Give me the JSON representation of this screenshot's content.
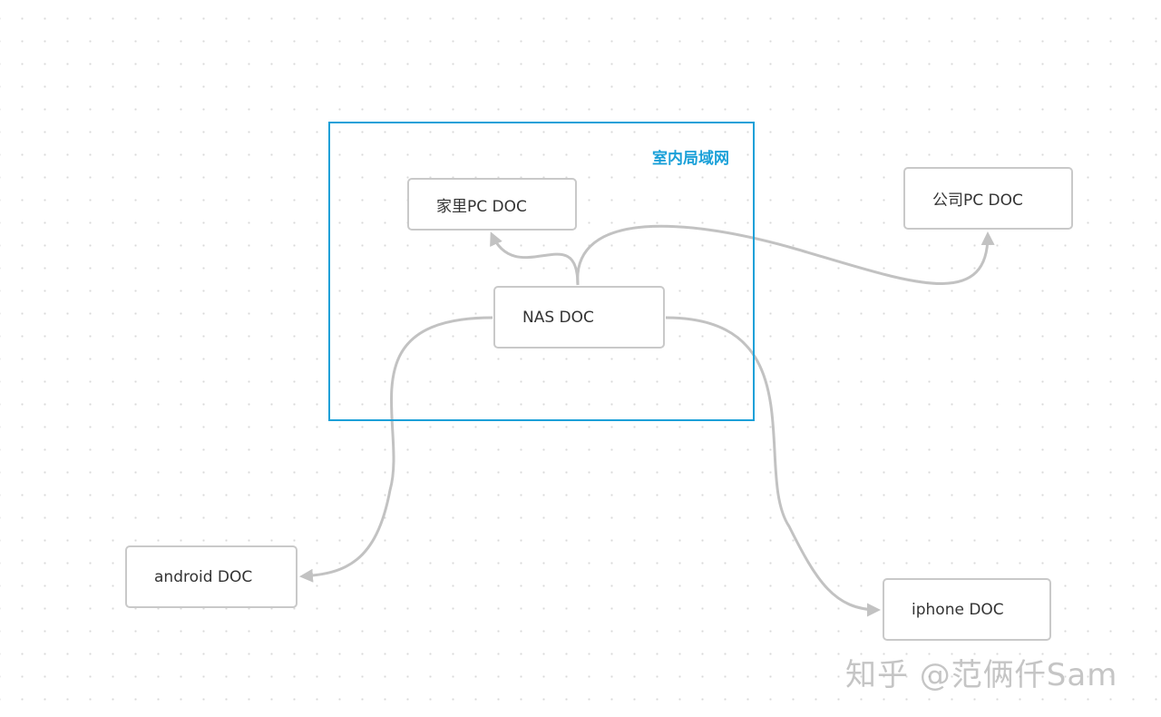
{
  "diagram": {
    "group": {
      "label": "室内局域网",
      "color": "#1aa0d8"
    },
    "nodes": {
      "home_pc": "家里PC DOC",
      "company_pc": "公司PC DOC",
      "nas": "NAS DOC",
      "android": "android DOC",
      "iphone": "iphone DOC"
    },
    "edges": [
      {
        "from": "nas",
        "to": "home_pc"
      },
      {
        "from": "nas",
        "to": "company_pc"
      },
      {
        "from": "nas",
        "to": "android"
      },
      {
        "from": "nas",
        "to": "iphone"
      }
    ],
    "edge_color": "#c2c2c2"
  },
  "watermark": "知乎 @范俩仟Sam"
}
